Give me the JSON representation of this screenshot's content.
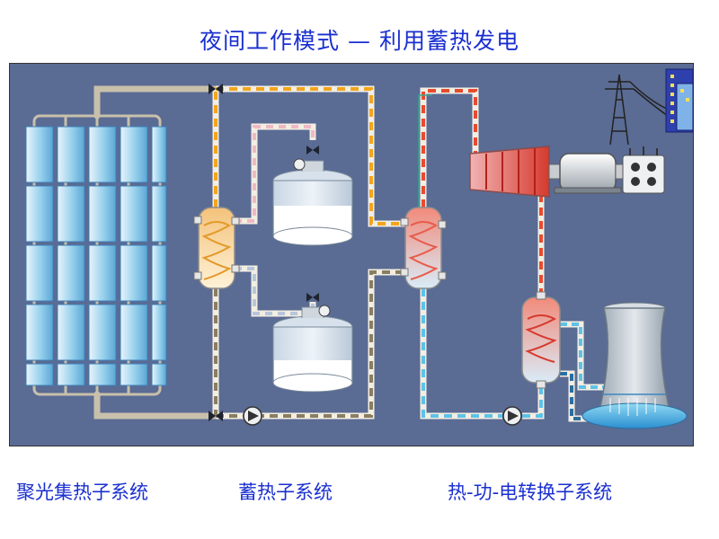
{
  "title": "夜间工作模式 — 利用蓄热发电",
  "labels": {
    "collector": "聚光集热子系统",
    "storage": "蓄热子系统",
    "conversion": "热-功-电转换子系统"
  },
  "colors": {
    "title": "#1a2fd0",
    "panel_bg": "#5a6b94",
    "hot_oil": "#f3a51d",
    "steam": "#e84b2e",
    "cool_water": "#5ec2e8",
    "salt": "#f6f1f6"
  },
  "icons": [
    "solar-collector-icon",
    "heat-exchanger-icon",
    "storage-tank-icon",
    "pump-icon",
    "valve-icon",
    "turbine-icon",
    "generator-icon",
    "transformer-icon",
    "power-tower-icon",
    "city-building-icon",
    "cooling-tower-icon"
  ]
}
